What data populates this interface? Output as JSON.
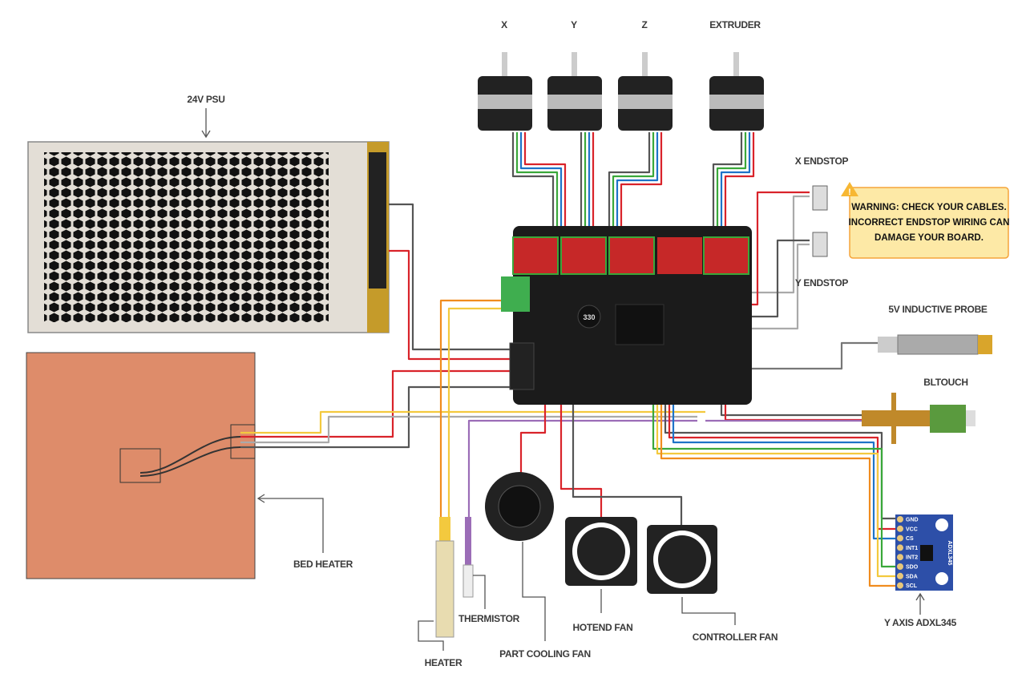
{
  "motors": [
    {
      "label": "X"
    },
    {
      "label": "Y"
    },
    {
      "label": "Z"
    },
    {
      "label": "EXTRUDER"
    }
  ],
  "psu": {
    "label": "24V PSU"
  },
  "endstops": {
    "x_label": "X ENDSTOP",
    "y_label": "Y ENDSTOP"
  },
  "warning": {
    "icon": "warning-triangle-icon",
    "lines": [
      "WARNING: CHECK YOUR CABLES.",
      "INCORRECT ENDSTOP WIRING CAN",
      "DAMAGE YOUR BOARD."
    ],
    "background": "#fde9a6",
    "border": "#f5a43a"
  },
  "probe": {
    "label": "5V INDUCTIVE PROBE"
  },
  "bltouch": {
    "label": "BLTOUCH"
  },
  "adxl": {
    "label": "Y AXIS ADXL345",
    "chip_text": "ADXL345",
    "pins": [
      "GND",
      "VCC",
      "CS",
      "INT1",
      "INT2",
      "SDO",
      "SDA",
      "SCL"
    ]
  },
  "board": {
    "inductor_text": "330"
  },
  "fans": {
    "controller_label": "CONTROLLER FAN",
    "hotend_label": "HOTEND FAN",
    "part_cooling_label": "PART COOLING FAN"
  },
  "hotend": {
    "thermistor_label": "THERMISTOR",
    "heater_label": "HEATER"
  },
  "bed": {
    "label": "BED HEATER",
    "color": "#de8c6a"
  },
  "wire_colors": {
    "red": "#d9232a",
    "black": "#555555",
    "blue": "#1e73c8",
    "green": "#3aa83a",
    "yellow": "#f3c93e",
    "orange": "#f08c1e",
    "purple": "#9b6db7",
    "gray": "#aaaaaa"
  }
}
